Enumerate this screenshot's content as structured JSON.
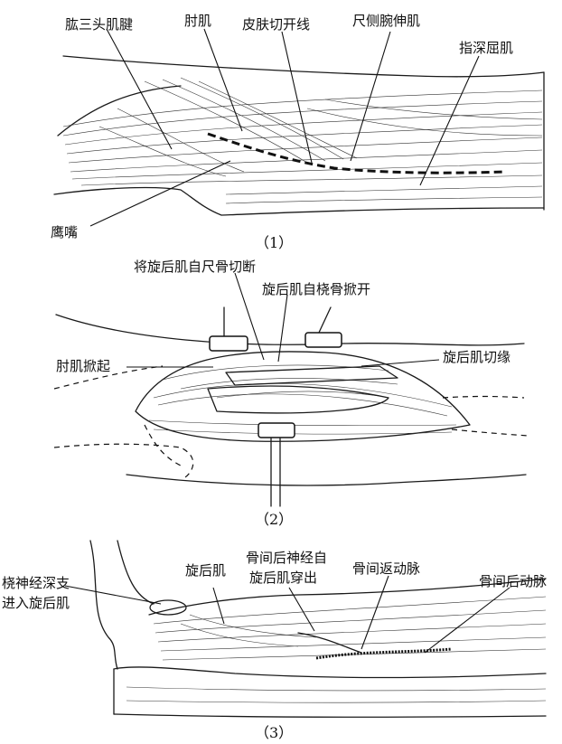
{
  "panel1": {
    "caption": "（1）",
    "labels": {
      "triceps_tendon": "肱三头肌腱",
      "anconeus": "肘肌",
      "skin_incision": "皮肤切开线",
      "ecu": "尺侧腕伸肌",
      "fdp": "指深屈肌",
      "olecranon": "鹰嘴"
    }
  },
  "panel2": {
    "caption": "（2）",
    "labels": {
      "supinator_cut_ulna": "将旋后肌自尺骨切断",
      "supinator_retract_radius": "旋后肌自桡骨掀开",
      "anconeus_lifted": "肘肌掀起",
      "supinator_cut_edge": "旋后肌切缘"
    }
  },
  "panel3": {
    "caption": "（3）",
    "labels": {
      "deep_radial_line1": "桡神经深支",
      "deep_radial_line2": "进入旋后肌",
      "supinator": "旋后肌",
      "pin_line1": "骨间后神经自",
      "pin_line2": "旋后肌穿出",
      "recurrent_artery": "骨间返动脉",
      "posterior_artery": "骨间后动脉"
    }
  }
}
